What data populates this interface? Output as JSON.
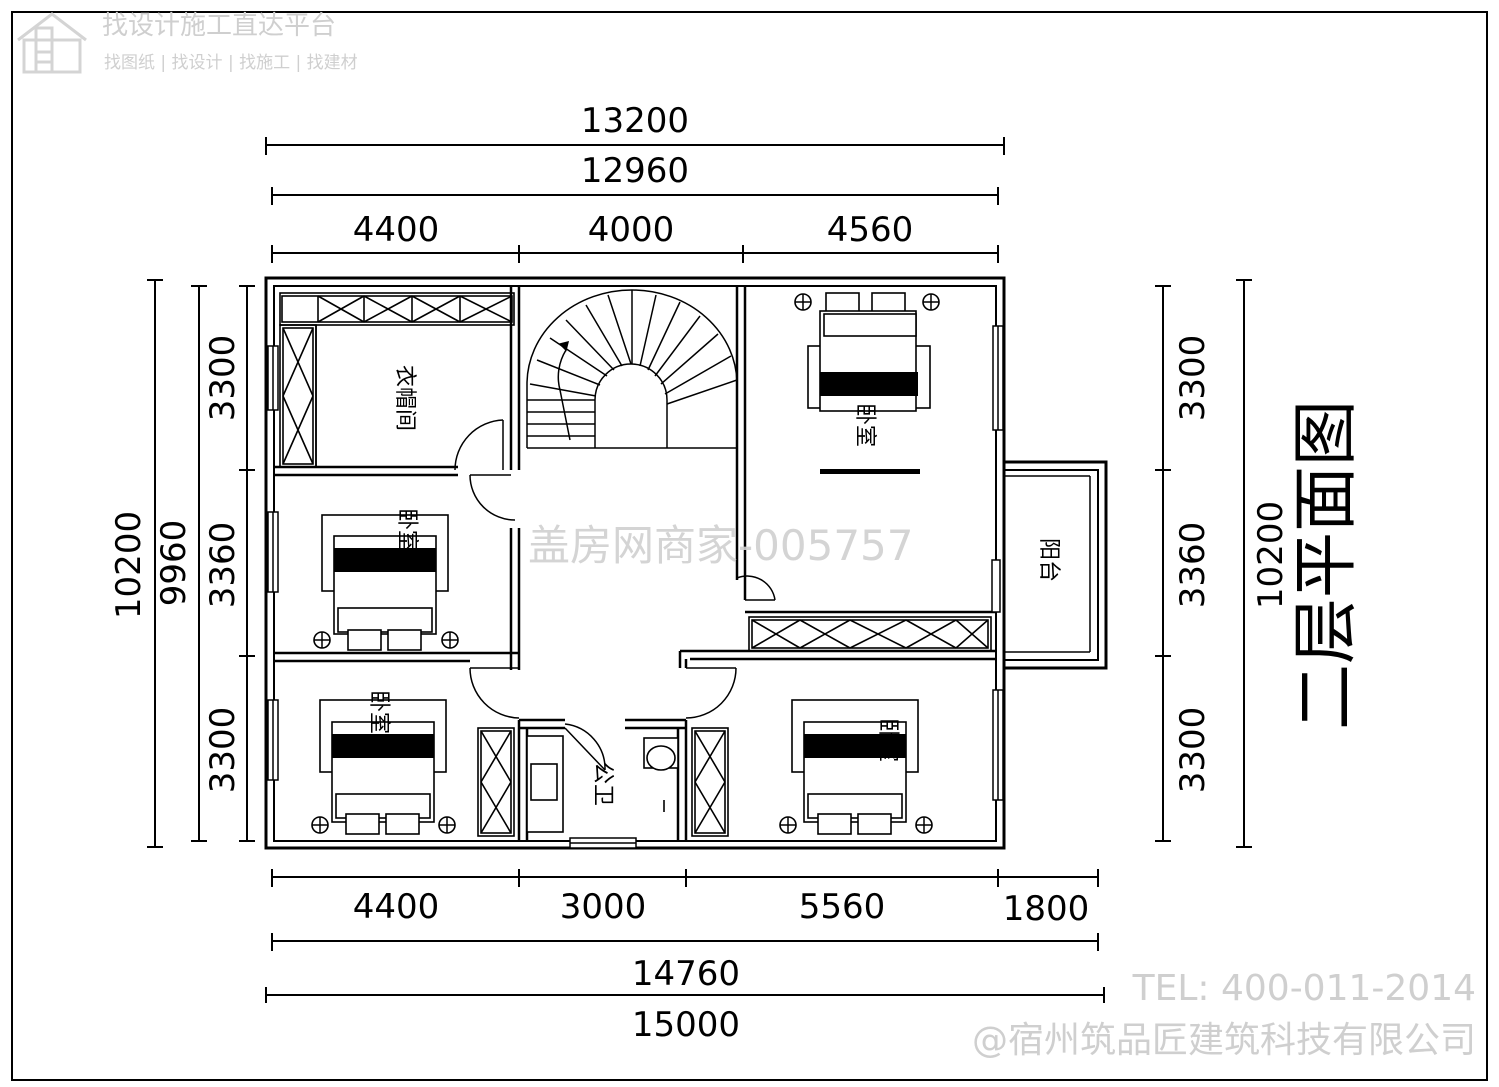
{
  "plan_title": "二层平面图",
  "dimensions": {
    "top_total_outer": "13200",
    "top_total_inner": "12960",
    "top_segments": [
      "4400",
      "4000",
      "4560"
    ],
    "bottom_segments": [
      "4400",
      "3000",
      "5560",
      "1800"
    ],
    "bottom_total_inner": "14760",
    "bottom_total_outer": "15000",
    "left_total_outer": "10200",
    "left_total_inner": "9960",
    "left_segments": [
      "3300",
      "3360",
      "3300"
    ],
    "right_segments": [
      "3300",
      "3360",
      "3300"
    ],
    "right_total": "10200"
  },
  "rooms": {
    "cloakroom": "衣帽间",
    "bedroom_top_right": "卧室",
    "bedroom_left_middle": "卧室",
    "bedroom_bottom_left": "卧室",
    "bedroom_bottom_right": "卧室",
    "balcony": "阳台",
    "public_bathroom": "公卫"
  },
  "watermarks": {
    "brand_main": "找设计施工直达平台",
    "brand_sub": "找图纸 | 找设计 | 找施工 | 找建材",
    "center": "盖房网商家-005757",
    "phone": "TEL: 400-011-2014",
    "company": "@宿州筑品匠建筑科技有限公司"
  }
}
